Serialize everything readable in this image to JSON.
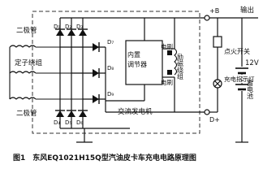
{
  "labels": {
    "diode_pos_group": "二极管",
    "diode_neg_group": "二极管",
    "stator_winding": "定子绕组",
    "regulator": "内置调节器",
    "field_winding": "励磁绕组",
    "brush": "电刷",
    "alternator": "交流发电机",
    "terminal_b": "+B",
    "terminal_d": "D+",
    "output": "输出",
    "ignition_switch": "点火开关",
    "charge_lamp": "充电指示灯",
    "battery_voltage": "12V",
    "battery": "蓄电池",
    "d1": "D₁",
    "d2": "D₂",
    "d3": "D₃",
    "d4": "D₄",
    "d5": "D₅",
    "d6": "D₆",
    "d7": "D₇",
    "d8": "D₈",
    "d9": "D₉"
  },
  "caption": "图1　东风EQ1021H15Q型汽油皮卡车充电电路原理图"
}
